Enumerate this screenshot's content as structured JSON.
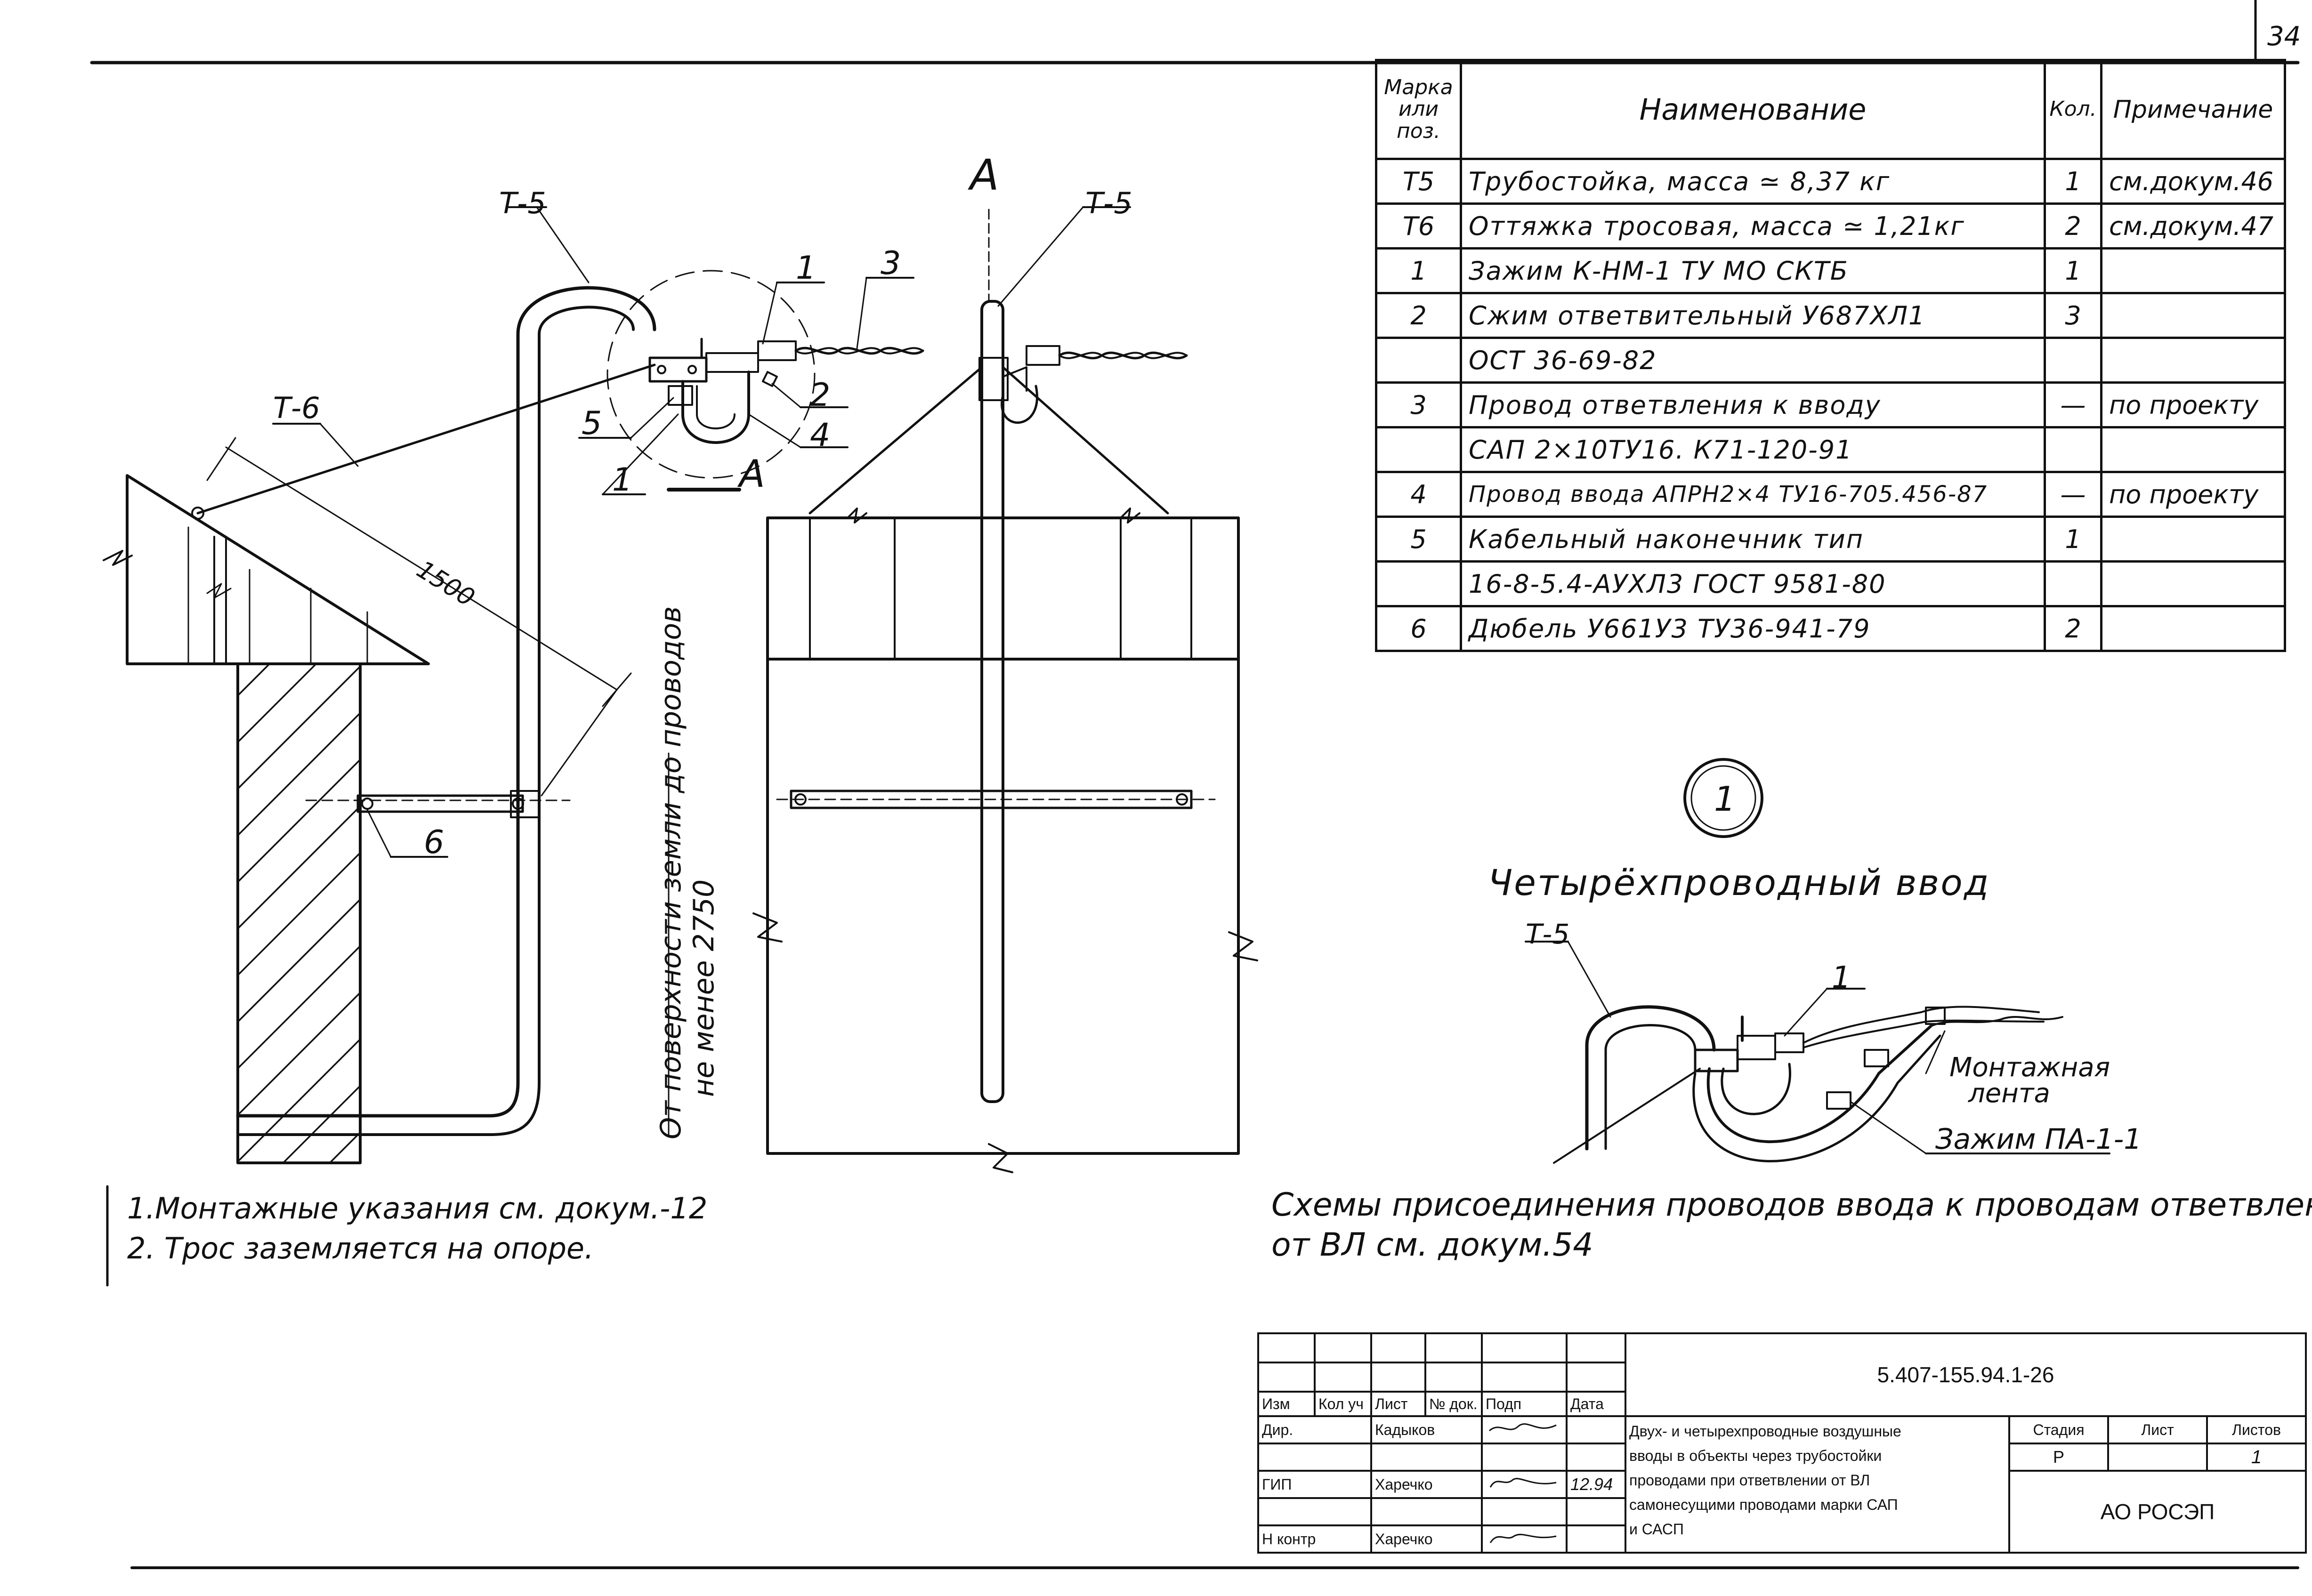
{
  "page_number": "34",
  "view_label": "А",
  "section_label": "А",
  "labels": {
    "t5": "Т-5",
    "t6": "Т-6",
    "t5_view": "Т-5",
    "t5_detail": "Т-5",
    "n1": "1",
    "n2": "2",
    "n3": "3",
    "n4": "4",
    "n5": "5",
    "n6": "6",
    "n1_small": "1",
    "n1_detail": "1",
    "dim_1500": "1500",
    "height_line1": "От поверхности земли до проводов",
    "height_line2": "не менее 2750"
  },
  "spec_table": {
    "headers": [
      "Марка или поз.",
      "Наименование",
      "Кол.",
      "Примечание"
    ],
    "rows": [
      {
        "mark": "Т5",
        "name": "Трубостойка,   масса ≃ 8,37 кг",
        "qty": "1",
        "note": "см.докум.46"
      },
      {
        "mark": "Т6",
        "name": "Оттяжка тросовая, масса ≃ 1,21кг",
        "qty": "2",
        "note": "см.докум.47"
      },
      {
        "mark": "1",
        "name": "Зажим К-НМ-1  ТУ МО СКТБ",
        "qty": "1",
        "note": ""
      },
      {
        "mark": "2",
        "name": "Сжим ответвительный  У687ХЛ1",
        "qty": "3",
        "note": ""
      },
      {
        "mark": "",
        "name": "ОСТ 36-69-82",
        "qty": "",
        "note": ""
      },
      {
        "mark": "3",
        "name": "Провод ответвления   к вводу",
        "qty": "—",
        "note": "по проекту"
      },
      {
        "mark": "",
        "name": "САП 2×10ТУ16. К71-120-91",
        "qty": "",
        "note": ""
      },
      {
        "mark": "4",
        "name": "Провод ввода АПРН2×4 ТУ16-705.456-87",
        "qty": "—",
        "note": "по проекту"
      },
      {
        "mark": "5",
        "name": "Кабельный наконечник  тип",
        "qty": "1",
        "note": ""
      },
      {
        "mark": "",
        "name": "16-8-5.4-АУХЛ3 ГОСТ 9581-80",
        "qty": "",
        "note": ""
      },
      {
        "mark": "6",
        "name": "Дюбель У661У3 ТУ36-941-79",
        "qty": "2",
        "note": ""
      }
    ]
  },
  "detail": {
    "circle_number": "1",
    "title": "Четырёхпроводный ввод",
    "tape_label_1": "Монтажная",
    "tape_label_2": "лента",
    "clamp_label": "Зажим ПА-1-1"
  },
  "connection_note_line1": "Схемы присоединения проводов ввода к проводам ответвления",
  "connection_note_line2": "от ВЛ   см. докум.54",
  "notes": [
    "1.Монтажные указания  см. докум.-12",
    "2. Трос заземляется    на   опоре."
  ],
  "title_block": {
    "doc_code": "5.407-155.94.1-26",
    "col_headers": [
      "Изм",
      "Кол уч",
      "Лист",
      "№ док.",
      "Подп",
      "Дата"
    ],
    "roles": [
      "Дир.",
      "ГИП",
      "Н контр"
    ],
    "names": [
      "Кадыков",
      "Харечко",
      "Харечко"
    ],
    "date": "12.94",
    "description": [
      "Двух- и четырехпроводные воздушные",
      "вводы в объекты через трубостойки",
      "проводами при ответвлении от ВЛ",
      "самонесущими проводами марки САП",
      "и САСП"
    ],
    "stage_label": "Стадия",
    "sheet_label": "Лист",
    "sheets_label": "Листов",
    "stage": "Р",
    "sheets": "1",
    "org": "АО РОСЭП"
  }
}
